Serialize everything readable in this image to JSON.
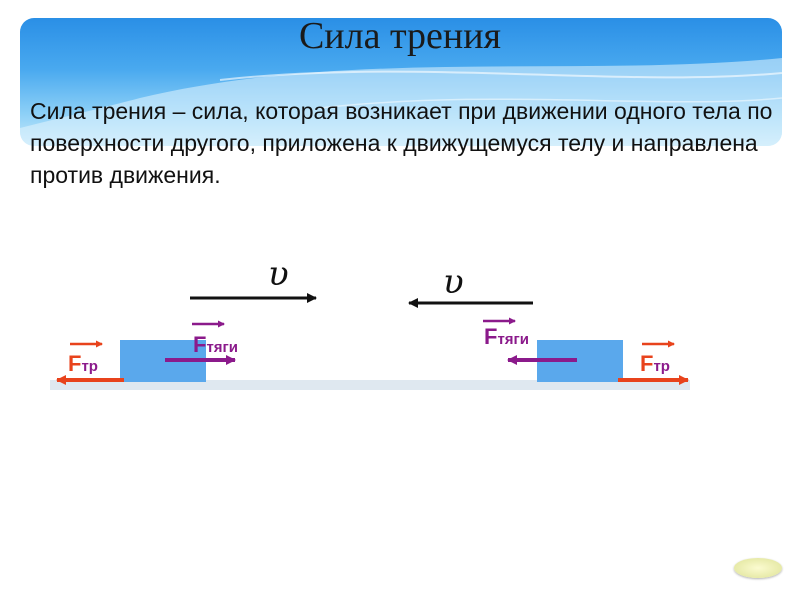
{
  "slide": {
    "title": "Сила трения",
    "definition": "Сила трения – сила, которая возникает при движении одного тела по поверхности другого, приложена к движущемуся телу и направлена против движения."
  },
  "diagram": {
    "velocity_symbol": "υ",
    "friction_force": {
      "main": "F",
      "sub": "тр"
    },
    "traction_force": {
      "main": "F",
      "sub": "тяги"
    }
  },
  "colors": {
    "friction_arrow": "#e8431c",
    "traction_arrow": "#8b1a8b",
    "block": "#5aa8ec",
    "surface": "#dfe8f0"
  }
}
